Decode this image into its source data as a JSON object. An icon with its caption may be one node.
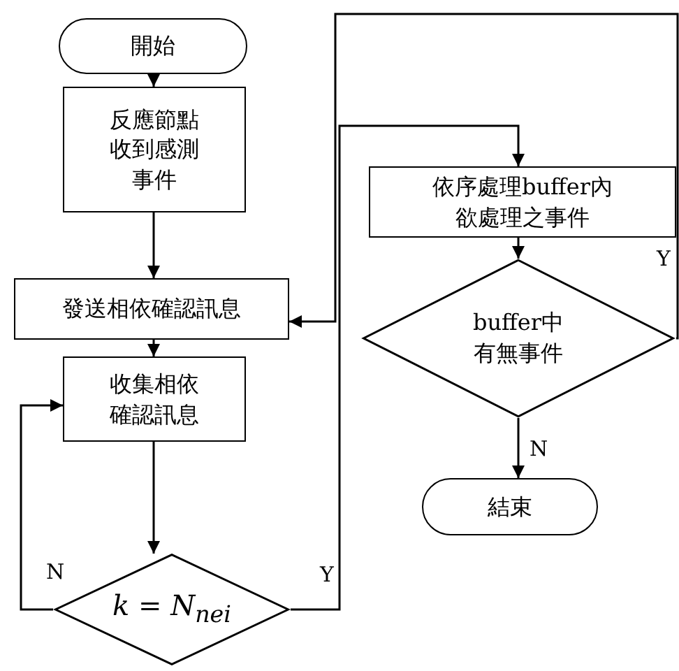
{
  "diagram": {
    "nodes": [
      {
        "text": [
          "開始"
        ]
      },
      {
        "text": [
          "反應節點收到感測事件"
        ]
      },
      {
        "text": [
          "發送相依確認訊息"
        ]
      },
      {
        "text": [
          "收集相依確認訊息"
        ]
      },
      {
        "text": [
          "k = N$_{nei}$"
        ]
      },
      {
        "text": [
          "依序處理buffer內欲處理之事件"
        ]
      },
      {
        "text": [
          "buffer中有無事件"
        ]
      },
      {
        "text": [
          "結束"
        ]
      }
    ],
    "edges": [
      {
        "from": 0,
        "to": 1,
        "arrow": "to"
      },
      {
        "from": 1,
        "to": 2,
        "arrow": "to"
      },
      {
        "from": 2,
        "to": 3,
        "arrow": "to"
      },
      {
        "from": 3,
        "to": 4,
        "arrow": "to"
      },
      {
        "from": 4,
        "to": 3,
        "arrow": "to",
        "label": "N"
      },
      {
        "from": 4,
        "to": 5,
        "arrow": "to",
        "label": "Y"
      },
      {
        "from": 5,
        "to": 6,
        "arrow": "to"
      },
      {
        "from": 6,
        "to": 2,
        "arrow": "to",
        "label": "Y"
      },
      {
        "from": 6,
        "to": 7,
        "arrow": "to",
        "label": "N"
      }
    ]
  }
}
